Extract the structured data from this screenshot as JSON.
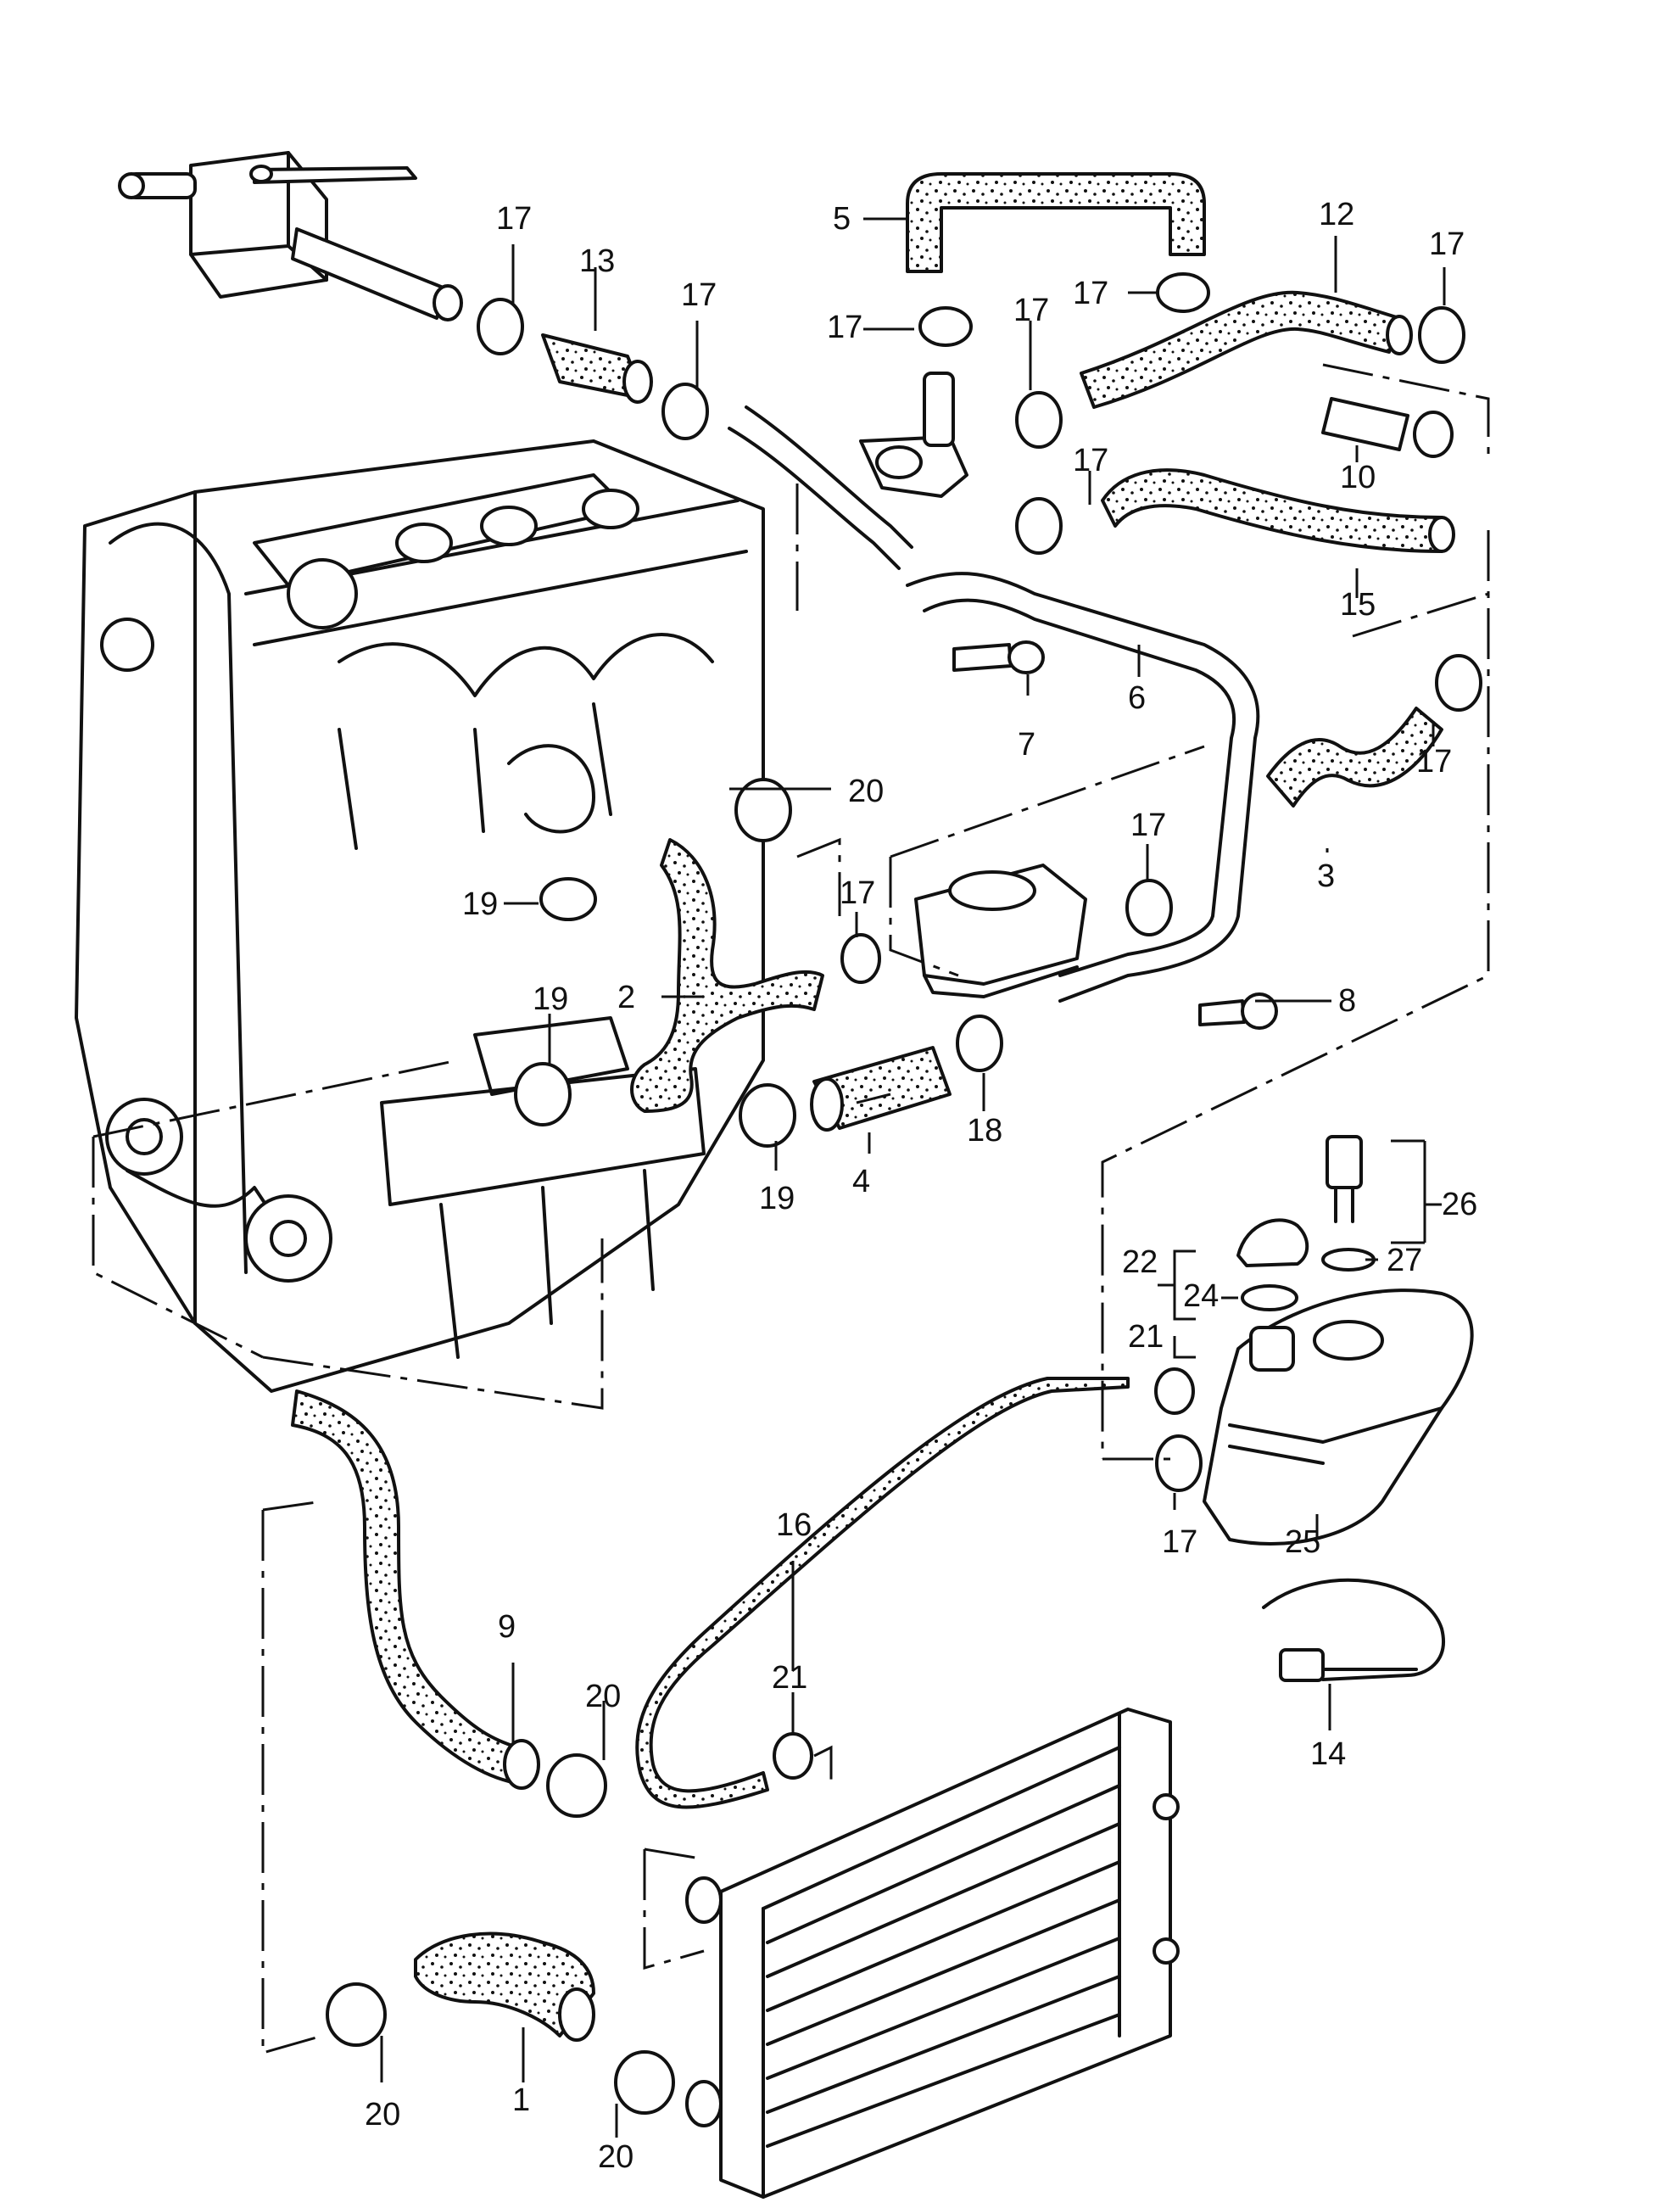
{
  "labels": [
    "1",
    "2",
    "3",
    "4",
    "5",
    "6",
    "7",
    "8",
    "9",
    "10",
    "12",
    "13",
    "14",
    "15",
    "16",
    "17",
    "18",
    "19",
    "20",
    "21",
    "22",
    "24",
    "25",
    "26",
    "27"
  ]
}
